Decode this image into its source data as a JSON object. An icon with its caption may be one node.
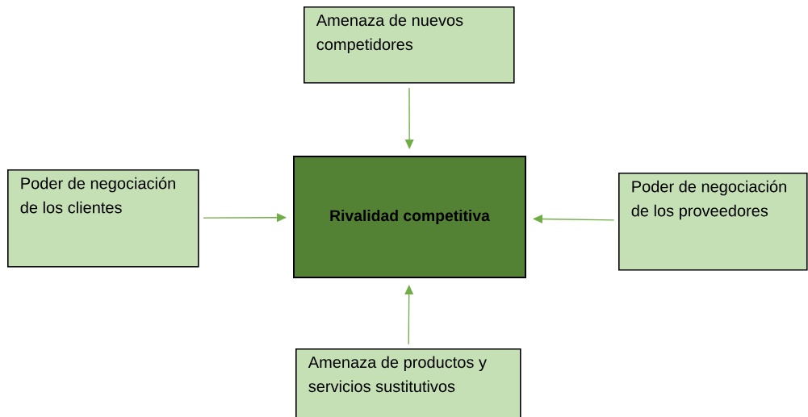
{
  "diagram": {
    "nodes": [
      {
        "text": [
          "Amenaza de nuevos competidores"
        ]
      },
      {
        "text": [
          "Poder de negociación de los clientes"
        ]
      },
      {
        "text": [
          "Rivalidad  competitiva"
        ]
      },
      {
        "text": [
          "Poder de negociación de los proveedores"
        ]
      },
      {
        "text": [
          "Amenaza de productos y servicios sustitutivos"
        ]
      }
    ],
    "edges": [
      {
        "from": 0,
        "to": 2,
        "arrow": "to"
      },
      {
        "from": 1,
        "to": 2,
        "arrow": "to"
      },
      {
        "from": 3,
        "to": 2,
        "arrow": "to"
      },
      {
        "from": 4,
        "to": 2,
        "arrow": "to"
      }
    ]
  }
}
